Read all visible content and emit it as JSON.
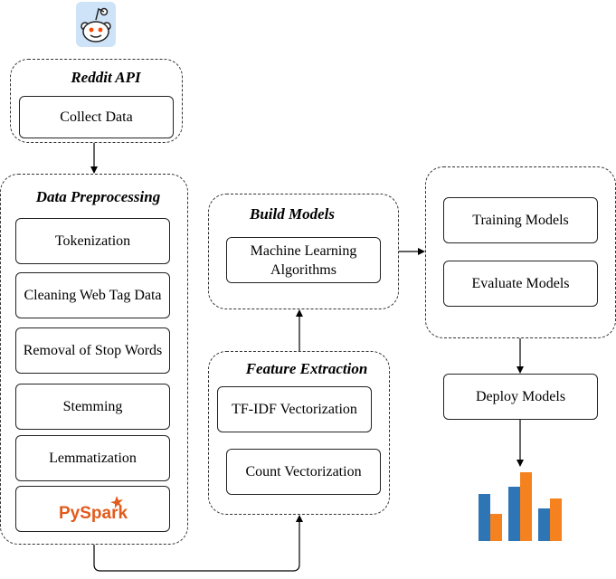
{
  "reddit_api": {
    "title": "Reddit API",
    "collect": "Collect Data"
  },
  "preprocessing": {
    "title": "Data Preprocessing",
    "steps": [
      "Tokenization",
      "Cleaning Web Tag Data",
      "Removal of Stop Words",
      "Stemming",
      "Lemmatization"
    ],
    "pyspark_logo": "PySpark"
  },
  "feature_extraction": {
    "title": "Feature Extraction",
    "items": [
      "TF-IDF Vectorization",
      "Count Vectorization"
    ]
  },
  "build_models": {
    "title": "Build Models",
    "item": "Machine Learning Algorithms"
  },
  "training": {
    "items": [
      "Training Models",
      "Evaluate Models"
    ]
  },
  "deploy": {
    "label": "Deploy Models"
  },
  "colors": {
    "bar_blue": "#2e75b6",
    "bar_orange": "#f5821f",
    "reddit_bg": "#cee3f8",
    "reddit_orange": "#ff4500"
  },
  "icons": [
    "reddit-logo-icon",
    "pyspark-logo-icon",
    "bar-chart-icon"
  ]
}
